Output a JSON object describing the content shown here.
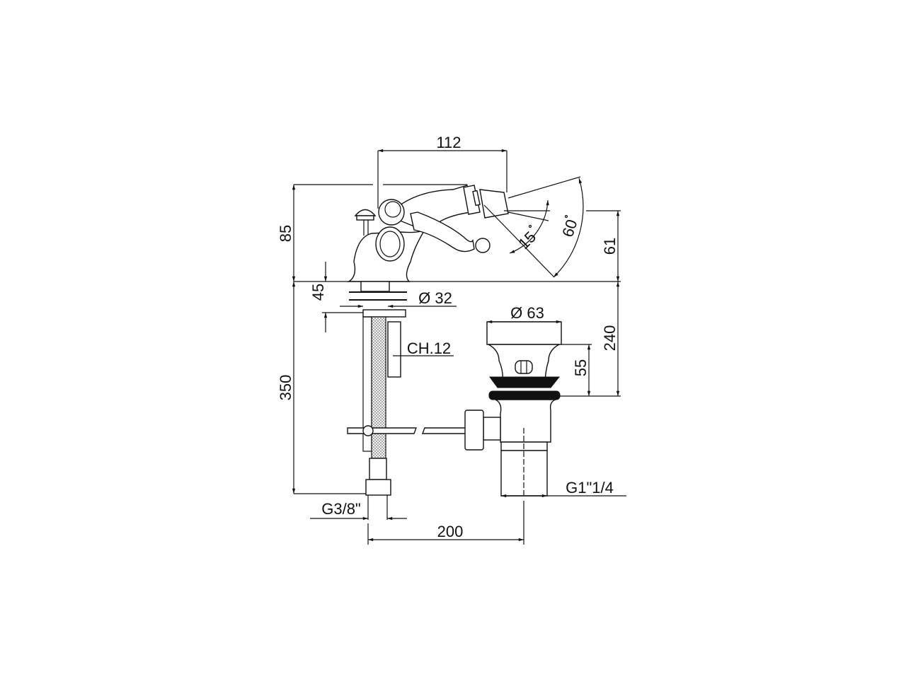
{
  "dimensions": {
    "spout_reach": "112",
    "height_above_deck": "85",
    "nozzle_height": "61",
    "shank_length": "45",
    "hole_diameter": "Ø 32",
    "wrench_size": "CH.12",
    "hose_length": "350",
    "hose_connection": "G3/8\"",
    "drain_diameter": "Ø 63",
    "drain_depth": "240",
    "drain_cap_height": "55",
    "drain_thread": "G1\"1/4",
    "drain_offset": "200",
    "tilt_angle_small": "15",
    "tilt_angle_large": "60"
  },
  "colors": {
    "line": "#111111",
    "background": "#ffffff"
  }
}
